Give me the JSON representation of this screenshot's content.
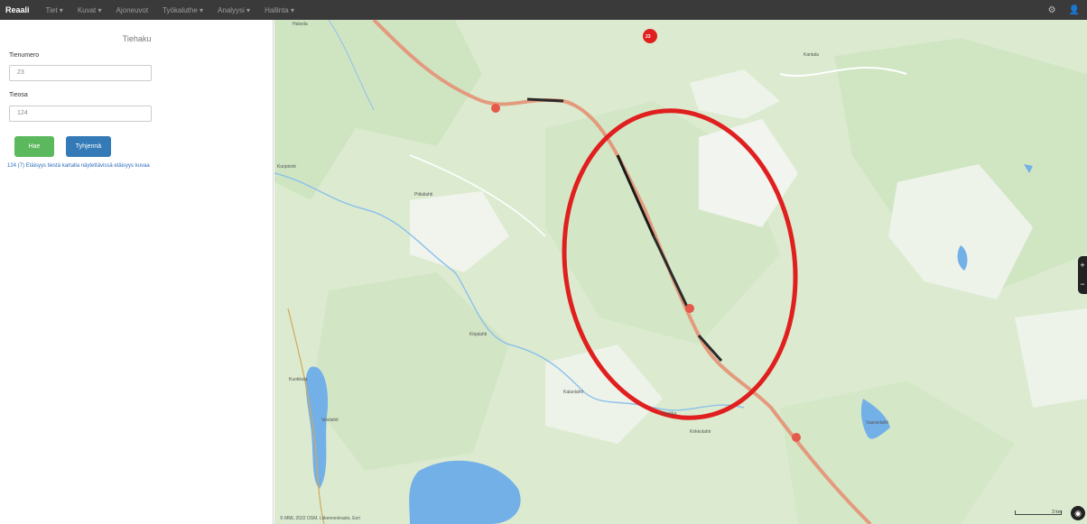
{
  "navbar": {
    "brand": "Reaali",
    "items": [
      "Tiet ▾",
      "Kuvat ▾",
      "Ajoneuvot",
      "Työkaluthe ▾",
      "Analyysi ▾",
      "Hallinta ▾"
    ],
    "icons": [
      "gear-icon",
      "user-icon"
    ]
  },
  "sidebar": {
    "title": "Tiehaku",
    "road_label": "Tienumero",
    "road_value": "23",
    "part_label": "Tieosa",
    "part_value": "124",
    "search_button": "Hae",
    "clear_button": "Tyhjennä",
    "result_text": "124 (7) Etäisyys tiestä kartalla näytettävissä etäisyys kuvaa"
  },
  "map": {
    "road_number_label": "23",
    "place_labels": [
      "Halsola",
      "Kantala",
      "Kuopionk",
      "Pitkälahti",
      "Kirjalahti",
      "Kalanlahti",
      "Kuokkala",
      "Vesilahti",
      "Hiekka",
      "Kirkkolahti",
      "Vaaranlahti"
    ],
    "zoom_in": "+",
    "zoom_out": "−",
    "attribution": "© MML 2022 OSM, Liikennevirasto, Esri",
    "scale_label": "3 km",
    "highlight_color": "#e01f1f"
  }
}
